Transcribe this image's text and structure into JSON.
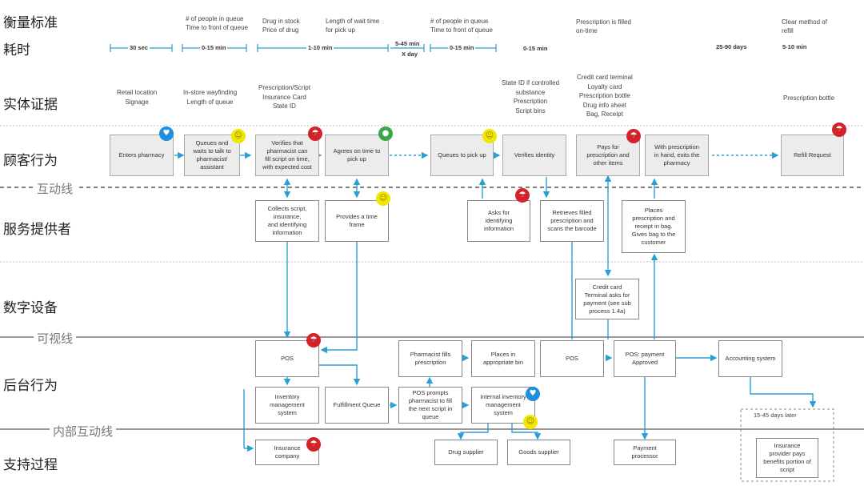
{
  "lanes": {
    "metric": "衡量标准",
    "time": "耗时",
    "evidence": "实体证据",
    "customer": "顾客行为",
    "provider": "服务提供者",
    "digital": "数字设备",
    "backstage": "后台行为",
    "support": "支持过程"
  },
  "lines": {
    "interaction": "互动线",
    "visibility": "可视线",
    "internal": "内部互动线"
  },
  "metrics": [
    "# of people in queue\nTime to front of queue",
    "Drug in stock\nPrice of drug",
    "Length of wait time\nfor pick up",
    "# of people in queue\nTime to front of queue",
    "Prescription is filled\non-time",
    "Clear method of\nrefill"
  ],
  "times": [
    "30 sec",
    "0-15 min",
    "1-10 min",
    "5-45 min",
    "X day",
    "0-15 min",
    "0-15 min",
    "25-90 days",
    "5-10 min"
  ],
  "evidence": [
    "Retail location\nSignage",
    "In-store wayfinding\nLength of queue",
    "Prescription/Script\nInsurance Card\nState ID",
    "State ID if controlled\nsubstance\nPrescription\nScript bins",
    "Credit card terminal\nLoyalty card\nPrescription bottle\nDrug info sheet\nBag, Receipt",
    "Prescription bottle"
  ],
  "customer_actions": [
    "Enters pharmacy",
    "Queues and\nwaits to talk to\npharmacist/\nassistant",
    "Verifies that\npharmacist can\nfill script on time,\nwith expected cost",
    "Agrees on time to\npick up",
    "Queues to pick up",
    "Verifies identity",
    "Pays for\nprescription and\nother items",
    "With prescription\nin hand, exits the\npharmacy",
    "Refill Request"
  ],
  "provider_actions": [
    "Collects script,\ninsurance,\nand identifying\ninformation",
    "Provides a time\nframe",
    "Asks for\nidentifying\ninformation",
    "Retrieves filled\nprescription and\nscans the barcode",
    "Places\nprescription and\nreceipt in bag.\nGives bag to the\ncustomer"
  ],
  "digital": [
    "Credit card\nTerminal asks for\npayment (see sub\nprocess 1.4a)"
  ],
  "backstage": [
    "POS",
    "Inventory\nmanagement\nsystem",
    "Fulfillment Queue",
    "Pharmacist fills\nprescription",
    "Places in\nappropriate bin",
    "POS prompts\npharmacist to fill\nthe next script in\nqueue",
    "Internal inventory\nmanagement\nsystem",
    "POS",
    "POS: payment\nApproved",
    "Accounting system"
  ],
  "support": [
    "Insurance\ncompany",
    "Drug supplier",
    "Goods supplier",
    "Payment\nprocessor",
    "Insurance\nprovider pays\nbenefits portion of\nscript"
  ],
  "later_note": "15-45 days later",
  "colors": {
    "arrow": "#2a9fd6",
    "box_grey": "#ececec",
    "red": "#d2232a",
    "blue": "#1e90e0",
    "yellow": "#f2e600",
    "green": "#3aa64a"
  },
  "icons": [
    "heart-icon",
    "smile-icon",
    "umbrella-icon",
    "apple-icon"
  ]
}
